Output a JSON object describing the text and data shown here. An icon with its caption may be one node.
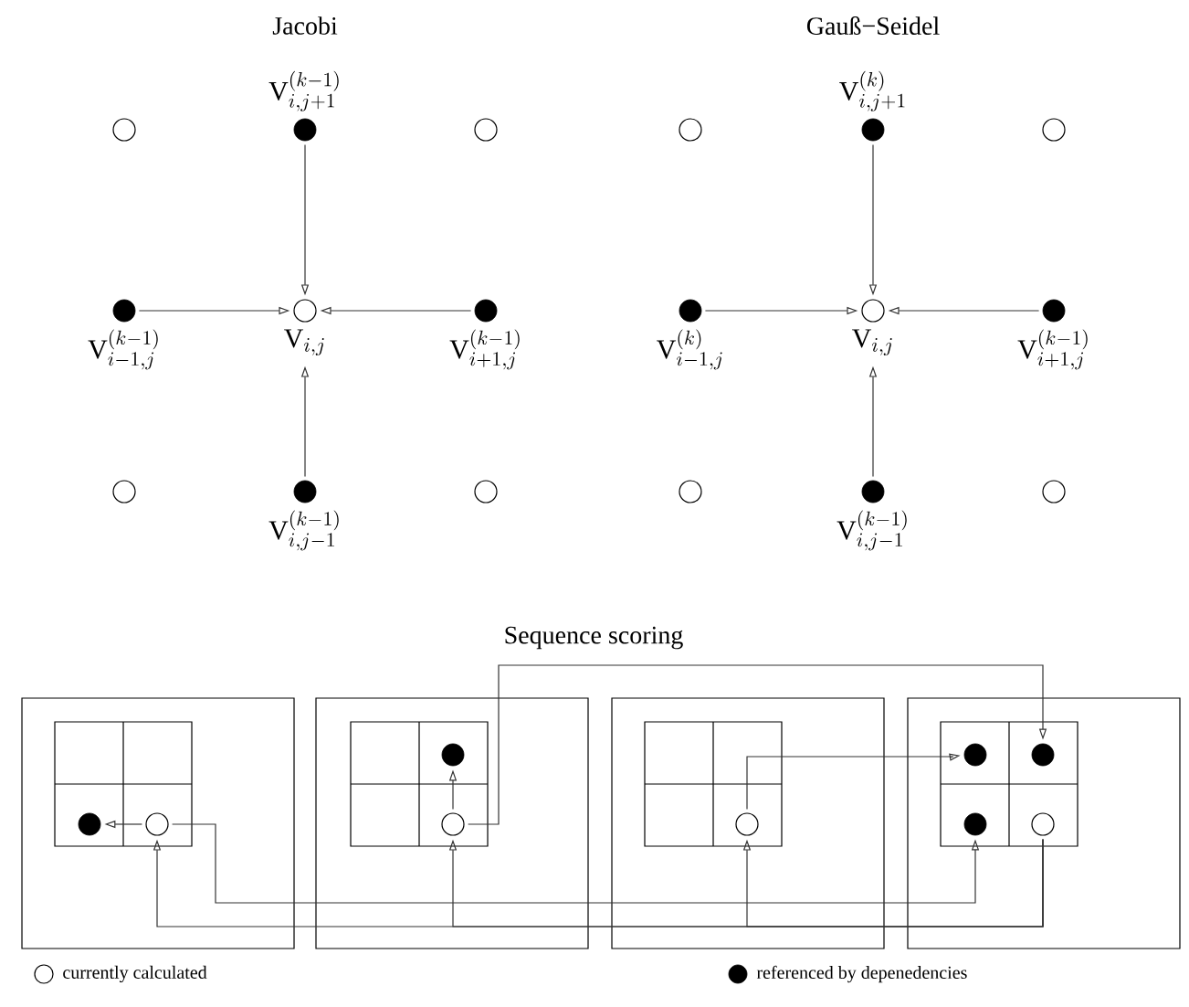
{
  "diagram": {
    "nodes": [
      {
        "text": [],
        "shape": "circle"
      },
      {
        "text": [],
        "shape": "dot",
        "beside": [
          "\\mathrm{V}_{i,j+1}^{(k-1)}"
        ]
      },
      {
        "text": [],
        "shape": "circle"
      },
      {
        "text": [],
        "shape": "dot",
        "beside": [
          "\\mathrm{V}_{i-1,j}^{(k-1)}"
        ]
      },
      {
        "text": [],
        "shape": "circle",
        "beside": [
          "\\mathrm{V}_{i,j}"
        ]
      },
      {
        "text": [],
        "shape": "dot",
        "beside": [
          "\\mathrm{V}_{i+1,j}^{(k-1)}"
        ]
      },
      {
        "text": [],
        "shape": "circle"
      },
      {
        "text": [],
        "shape": "dot",
        "beside": [
          "\\mathrm{V}_{i,j-1}^{(k-1)}"
        ]
      },
      {
        "text": [],
        "shape": "circle"
      },
      {
        "text": [],
        "shape": "circle"
      },
      {
        "text": [],
        "shape": "dot",
        "beside": [
          "\\mathrm{V}_{i,j+1}^{(k)}"
        ]
      },
      {
        "text": [],
        "shape": "circle"
      },
      {
        "text": [],
        "shape": "dot",
        "beside": [
          "\\mathrm{V}_{i-1,j}^{(k)}"
        ]
      },
      {
        "text": [],
        "shape": "circle",
        "beside": [
          "\\mathrm{V}_{i,j}"
        ]
      },
      {
        "text": [],
        "shape": "dot",
        "beside": [
          "\\mathrm{V}_{i+1,j}^{(k-1)}"
        ]
      },
      {
        "text": [],
        "shape": "circle"
      },
      {
        "text": [],
        "shape": "dot",
        "beside": [
          "\\mathrm{V}_{i,j-1}^{(k-1)}"
        ]
      },
      {
        "text": [],
        "shape": "circle"
      },
      {
        "text": [],
        "shape": "box"
      },
      {
        "text": [],
        "shape": "dot",
        "in": 18
      },
      {
        "text": [],
        "shape": "circle",
        "in": 18
      },
      {
        "text": [],
        "shape": "box"
      },
      {
        "text": [],
        "shape": "dot",
        "in": 21
      },
      {
        "text": [],
        "shape": "circle",
        "in": 21
      },
      {
        "text": [],
        "shape": "box"
      },
      {
        "text": [],
        "shape": "circle",
        "in": 24
      },
      {
        "text": [],
        "shape": "box"
      },
      {
        "text": [],
        "shape": "dot",
        "in": 26
      },
      {
        "text": [],
        "shape": "dot",
        "in": 26
      },
      {
        "text": [],
        "shape": "dot",
        "in": 26
      },
      {
        "text": [],
        "shape": "circle",
        "in": 26
      }
    ],
    "edges": [
      {
        "from": 1,
        "to": 4,
        "arrow": "to"
      },
      {
        "from": 3,
        "to": 4,
        "arrow": "to"
      },
      {
        "from": 5,
        "to": 4,
        "arrow": "to"
      },
      {
        "from": 7,
        "to": 4,
        "arrow": "to"
      },
      {
        "from": 10,
        "to": 13,
        "arrow": "to"
      },
      {
        "from": 12,
        "to": 13,
        "arrow": "to"
      },
      {
        "from": 14,
        "to": 13,
        "arrow": "to"
      },
      {
        "from": 16,
        "to": 13,
        "arrow": "to"
      },
      {
        "from": 20,
        "to": 19,
        "arrow": "to"
      },
      {
        "from": 23,
        "to": 22,
        "arrow": "to"
      },
      {
        "from": 23,
        "to": 28,
        "arrow": "to"
      },
      {
        "from": 25,
        "to": 27,
        "arrow": "to"
      },
      {
        "from": 20,
        "to": 29,
        "arrow": "to"
      },
      {
        "from": 30,
        "to": 20,
        "arrow": "to"
      },
      {
        "from": 30,
        "to": 23,
        "arrow": "to"
      },
      {
        "from": 30,
        "to": 25,
        "arrow": "to"
      }
    ],
    "labels": [
      "Jacobi",
      "Gauß−Seidel",
      "Sequence scoring"
    ],
    "legend": [
      {
        "text": "currently calculated"
      },
      {
        "text": "referenced by depenedencies"
      }
    ]
  }
}
